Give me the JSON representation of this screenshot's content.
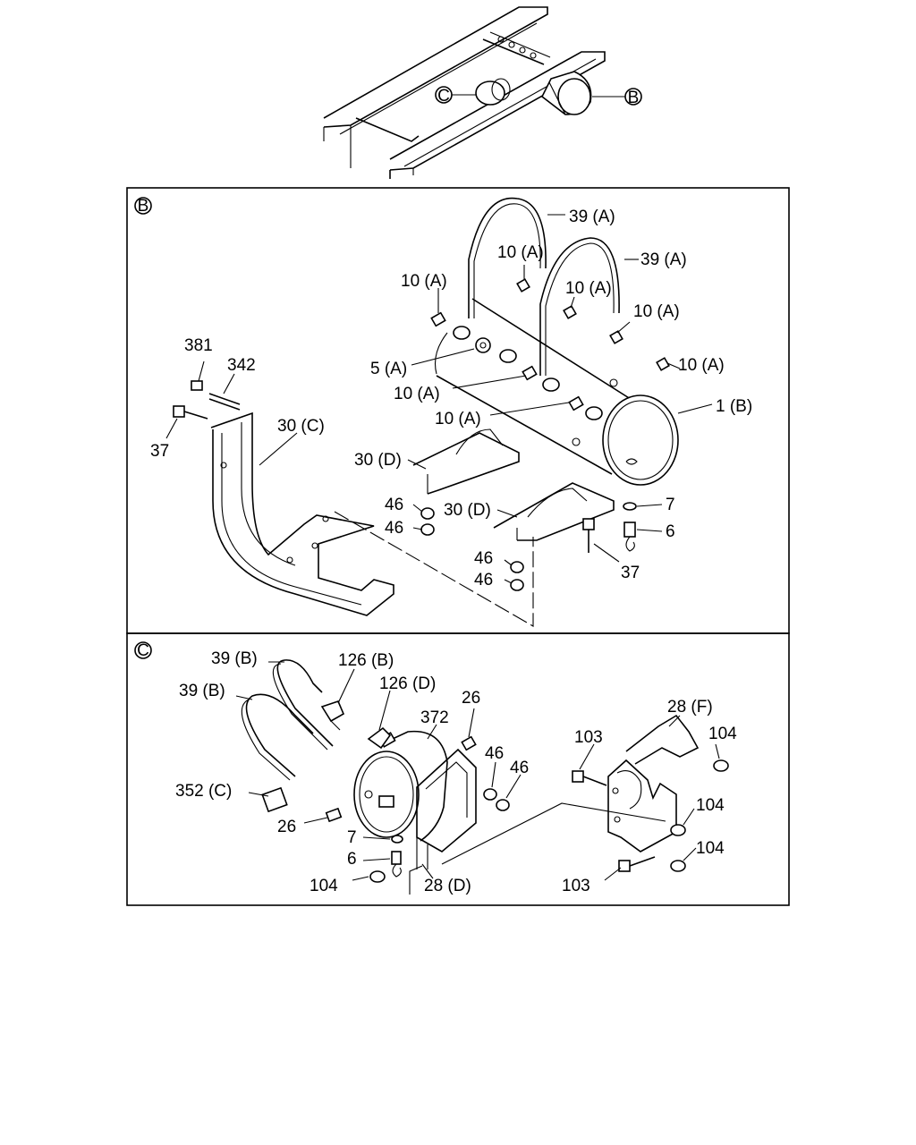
{
  "overview": {
    "callout_c": "C",
    "callout_b": "B"
  },
  "panel_b": {
    "marker": "B",
    "labels": {
      "strap_39a_1": "39 (A)",
      "strap_39a_2": "39 (A)",
      "nut_10a_1": "10 (A)",
      "nut_10a_2": "10 (A)",
      "nut_10a_3": "10 (A)",
      "nut_10a_4": "10 (A)",
      "nut_10a_5": "10 (A)",
      "nut_10a_6": "10 (A)",
      "nut_10a_7": "10 (A)",
      "eye_5a": "5 (A)",
      "tank_1b": "1 (B)",
      "nut_381": "381",
      "stud_342": "342",
      "bolt_37_left": "37",
      "bracket_30c": "30 (C)",
      "bracket_30d_1": "30 (D)",
      "bracket_30d_2": "30 (D)",
      "nut_46_1": "46",
      "nut_46_2": "46",
      "nut_46_3": "46",
      "nut_46_4": "46",
      "washer_7": "7",
      "drain_6": "6",
      "bolt_37_right": "37"
    }
  },
  "panel_c": {
    "marker": "C",
    "labels": {
      "strap_39b_1": "39 (B)",
      "strap_39b_2": "39 (B)",
      "elbow_126b": "126 (B)",
      "elbow_126d": "126 (D)",
      "tank_372": "372",
      "plug_26_top": "26",
      "nut_46_1": "46",
      "nut_46_2": "46",
      "fitting_352c": "352 (C)",
      "plug_26_left": "26",
      "washer_7": "7",
      "drain_6": "6",
      "nut_104_bottom": "104",
      "bracket_28d": "28 (D)",
      "bracket_28f": "28 (F)",
      "bolt_103_top": "103",
      "nut_104_a": "104",
      "nut_104_b": "104",
      "nut_104_c": "104",
      "bolt_103_bottom": "103"
    }
  }
}
